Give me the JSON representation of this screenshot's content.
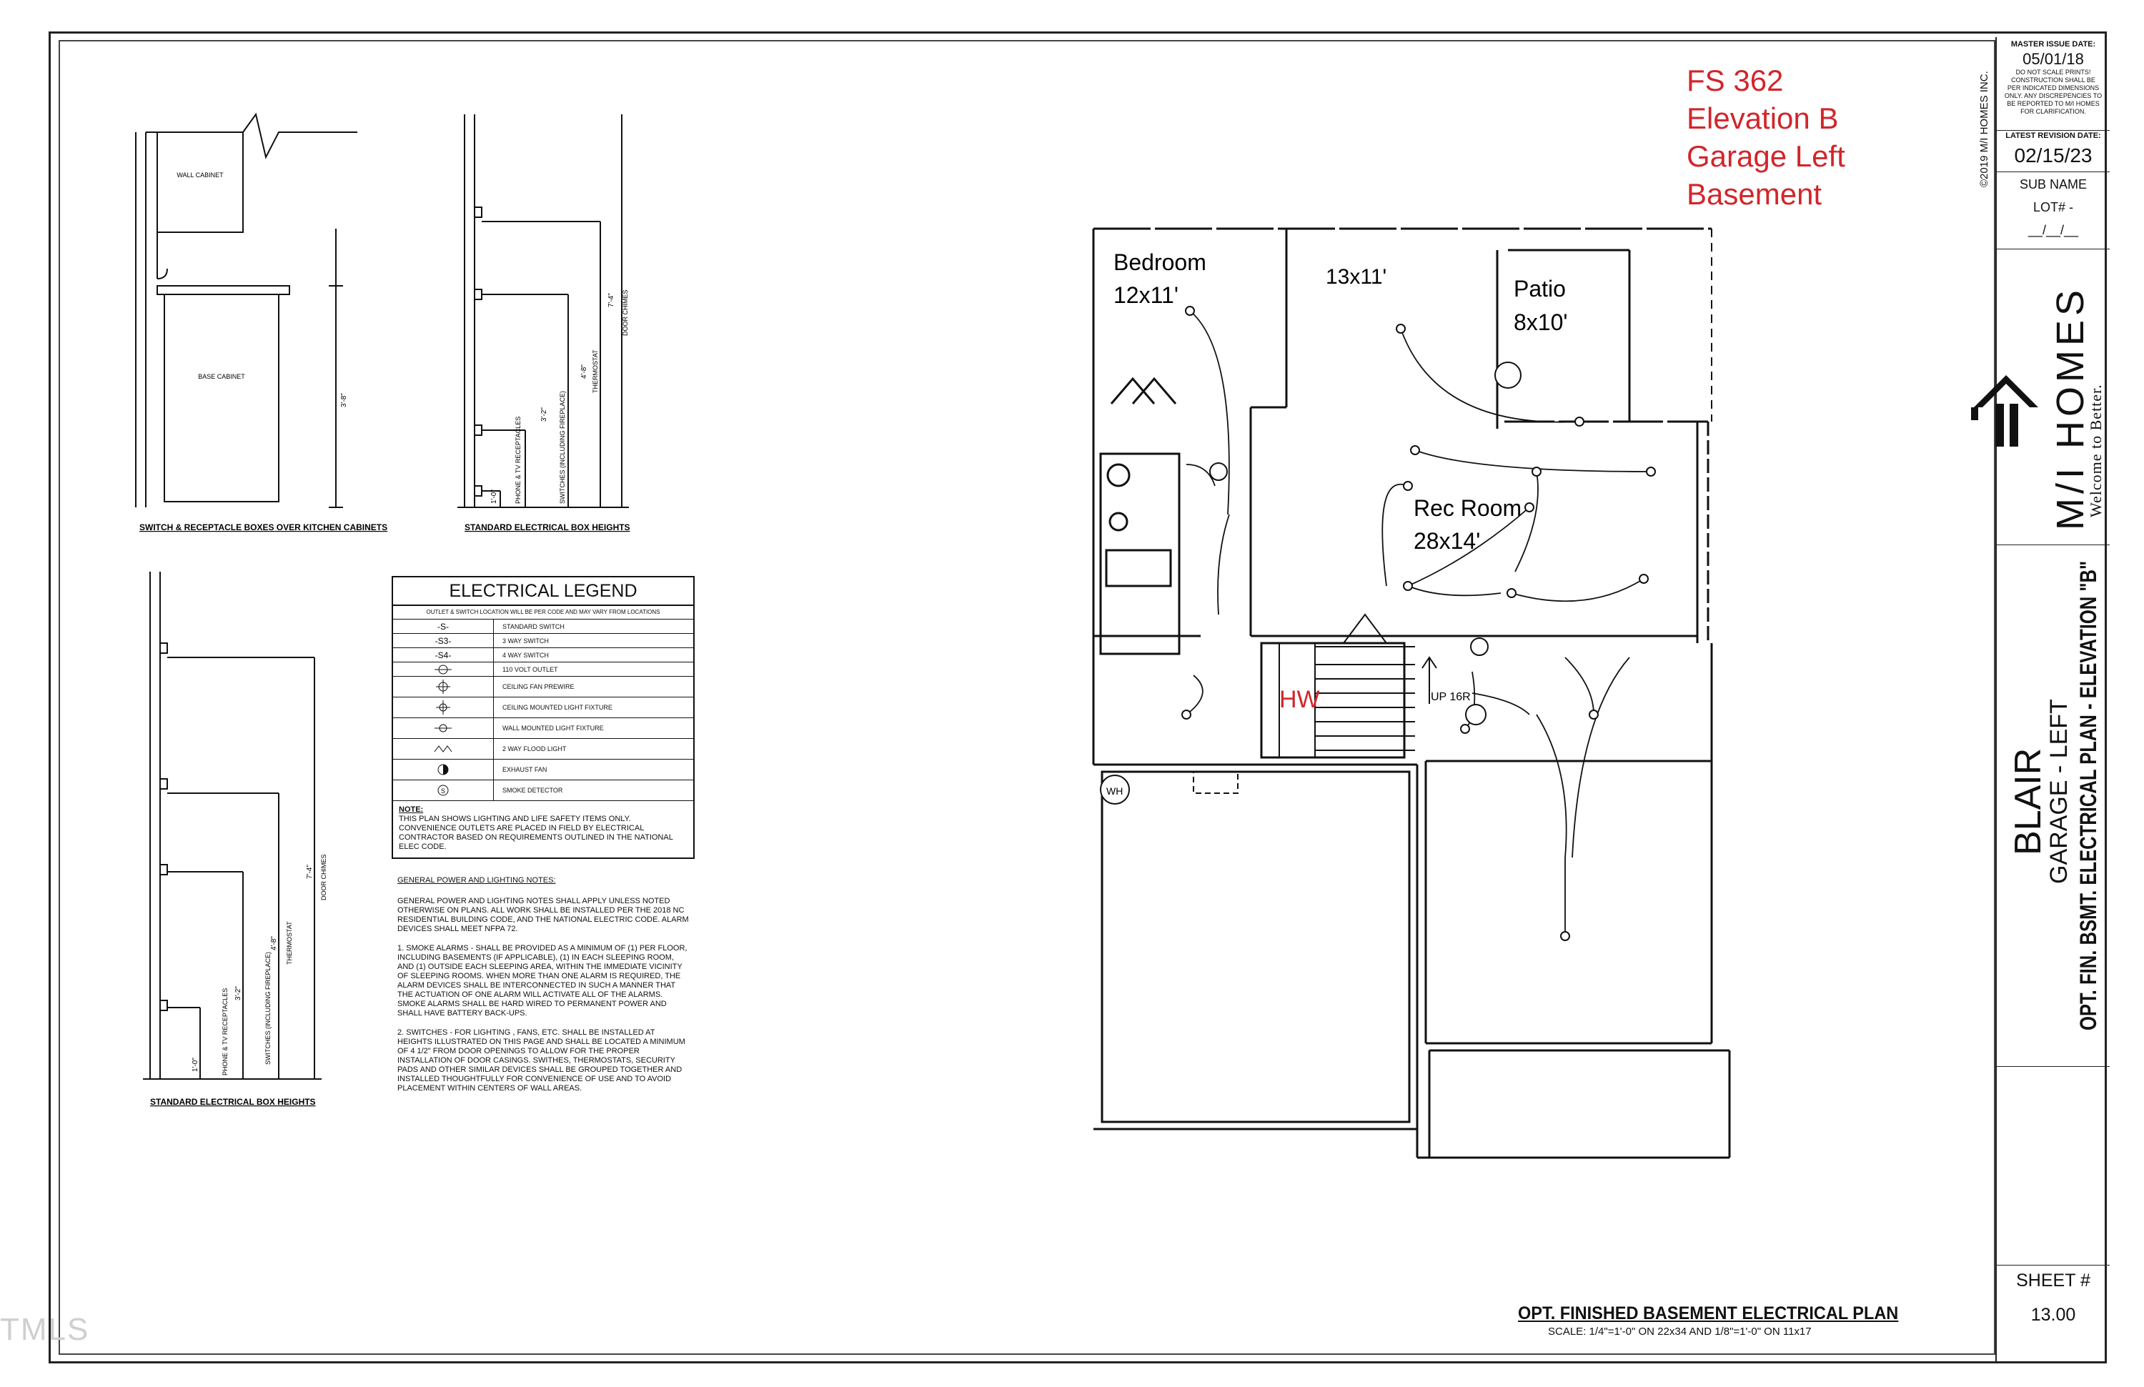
{
  "fs_note": {
    "line1": "FS 362",
    "line2": "Elevation B",
    "line3": "Garage Left",
    "line4": "Basement",
    "color": "#d1262b"
  },
  "rooms": {
    "bedroom_name": "Bedroom",
    "bedroom_size": "12x11'",
    "room_13x11": "13x11'",
    "patio_name": "Patio",
    "patio_size": "8x10'",
    "rec_name": "Rec Room",
    "rec_size": "28x14'",
    "hw": "HW",
    "wh": "WH",
    "stair_label": "UP 16R"
  },
  "details": {
    "kitchen_title": "SWITCH & RECEPTACLE BOXES OVER KITCHEN CABINETS",
    "wall_cabinet": "WALL CABINET",
    "base_cabinet": "BASE CABINET",
    "kitchen_dim": "3'-8\"",
    "std_title": "STANDARD ELECTRICAL BOX HEIGHTS",
    "phone_tv": "PHONE & TV RECEPTACLES",
    "switches": "SWITCHES (INCLUDING FIREPLACE)",
    "thermostat": "THERMOSTAT",
    "door_chimes": "DOOR CHIMES",
    "dim_1_0": "1'-0\"",
    "dim_3_2": "3'-2\"",
    "dim_4_8": "4'-8\"",
    "dim_7_4": "7'-4\""
  },
  "legend": {
    "title": "ELECTRICAL LEGEND",
    "subtitle": "OUTLET & SWITCH LOCATION WILL BE PER CODE AND MAY VARY FROM LOCATIONS",
    "items": [
      {
        "symbol": "S",
        "label": "STANDARD SWITCH"
      },
      {
        "symbol": "S3",
        "label": "3 WAY SWITCH"
      },
      {
        "symbol": "S4",
        "label": "4 WAY SWITCH"
      },
      {
        "symbol": "110",
        "label": "110 VOLT OUTLET"
      },
      {
        "symbol": "fan",
        "label": "CEILING FAN PREWIRE"
      },
      {
        "symbol": "ceil",
        "label": "CEILING MOUNTED LIGHT FIXTURE"
      },
      {
        "symbol": "wall",
        "label": "WALL MOUNTED LIGHT FIXTURE"
      },
      {
        "symbol": "flood",
        "label": "2 WAY FLOOD LIGHT"
      },
      {
        "symbol": "exh",
        "label": "EXHAUST FAN"
      },
      {
        "symbol": "smoke",
        "label": "SMOKE DETECTOR"
      }
    ],
    "note_heading": "NOTE:",
    "note_text": "THIS PLAN SHOWS LIGHTING AND LIFE SAFETY ITEMS ONLY. CONVENIENCE OUTLETS ARE PLACED IN FIELD BY ELECTRICAL CONTRACTOR BASED ON REQUIREMENTS OUTLINED IN THE NATIONAL ELEC CODE."
  },
  "general_notes": {
    "heading": "GENERAL POWER AND LIGHTING NOTES:",
    "intro": "GENERAL POWER AND LIGHTING NOTES SHALL APPLY UNLESS NOTED OTHERWISE ON PLANS. ALL WORK SHALL BE INSTALLED PER THE 2018 NC RESIDENTIAL BUILDING CODE, AND THE NATIONAL ELECTRIC CODE. ALARM DEVICES SHALL MEET NFPA 72.",
    "item1": "1. SMOKE ALARMS - SHALL BE PROVIDED AS A MINIMUM OF (1) PER FLOOR, INCLUDING BASEMENTS (IF APPLICABLE), (1) IN EACH SLEEPING ROOM, AND (1) OUTSIDE EACH SLEEPING AREA, WITHIN THE IMMEDIATE VICINITY OF SLEEPING ROOMS. WHEN MORE THAN ONE ALARM IS REQUIRED, THE ALARM DEVICES SHALL BE INTERCONNECTED IN SUCH A MANNER THAT THE ACTUATION OF ONE ALARM WILL ACTIVATE ALL OF THE ALARMS. SMOKE ALARMS SHALL BE HARD WIRED TO PERMANENT POWER AND SHALL HAVE BATTERY BACK-UPS.",
    "item2": "2. SWITCHES - FOR LIGHTING , FANS, ETC. SHALL BE INSTALLED AT HEIGHTS ILLUSTRATED ON THIS PAGE AND SHALL BE LOCATED A MINIMUM OF 4 1/2\" FROM DOOR OPENINGS TO ALLOW FOR THE PROPER INSTALLATION OF DOOR CASINGS. SWITHES, THERMOSTATS, SECURITY PADS AND OTHER SIMILAR DEVICES SHALL BE GROUPED TOGETHER AND INSTALLED THOUGHTFULLY FOR CONVENIENCE OF USE AND TO AVOID PLACEMENT WITHIN CENTERS OF WALL AREAS."
  },
  "plan_title": {
    "title": "OPT. FINISHED BASEMENT ELECTRICAL PLAN",
    "scale": "SCALE: 1/4\"=1'-0\" ON 22x34 AND 1/8\"=1'-0\" ON 11x17"
  },
  "title_block": {
    "copyright": "©2019 M/I HOMES INC.",
    "master_issue_label": "MASTER ISSUE DATE:",
    "master_issue_date": "05/01/18",
    "disclaimer": "DO NOT SCALE PRINTS! CONSTRUCTION SHALL BE PER INDICATED DIMENSIONS ONLY. ANY DISCREPENCIES TO BE REPORTED TO M/I HOMES FOR CLARIFICATION.",
    "latest_revision_label": "LATEST REVISION DATE:",
    "latest_revision_date": "02/15/23",
    "sub_name": "SUB NAME",
    "lot": "LOT# -",
    "date_blank": "__/__/__",
    "brand": "M/I HOMES",
    "tagline": "Welcome to Better.",
    "plan_name": "BLAIR",
    "garage": "GARAGE - LEFT",
    "description": "OPT. FIN. BSMT. ELECTRICAL PLAN - ELEVATION \"B\"",
    "sheet_label": "SHEET #",
    "sheet_number": "13.00"
  },
  "watermark": "TMLS"
}
